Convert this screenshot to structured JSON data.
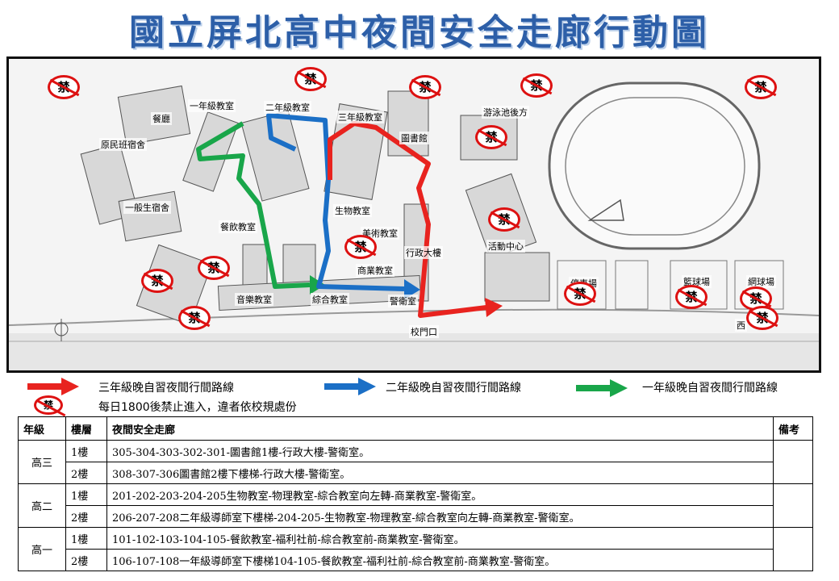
{
  "title": "國立屏北高中夜間安全走廊行動圖",
  "map": {
    "labels": {
      "canteen": "餐廳",
      "indigenous_dorm": "原民班宿舍",
      "general_dorm": "一般生宿舍",
      "grade1_classroom": "一年級教室",
      "grade2_classroom": "二年級教室",
      "grade3_classroom": "三年級教室",
      "library": "圖書館",
      "pool_rear": "游泳池後方",
      "biology_classroom": "生物教室",
      "art_classroom": "美術教室",
      "admin_building": "行政大樓",
      "catering_classroom": "餐飲教室",
      "commerce_classroom": "商業教室",
      "activity_center": "活動中心",
      "music_classroom": "音樂教室",
      "integrated_classroom": "綜合教室",
      "guard_room": "警衛室",
      "school_gate": "校門口",
      "basketball_court": "籃球場",
      "tennis_court": "網球場",
      "partial_court": "停車場",
      "west": "西"
    },
    "ban_symbol": "禁",
    "route_colors": {
      "grade3": "#e8231f",
      "grade2": "#1b6fc6",
      "grade1": "#19a64a"
    }
  },
  "legend": {
    "grade3_route": "三年級晚自習夜間行間路線",
    "grade2_route": "二年級晚自習夜間行間路線",
    "grade1_route": "一年級晚自習夜間行間路線",
    "ban_text": "每日1800後禁止進入，違者依校規處份",
    "ban_symbol": "禁"
  },
  "table": {
    "headers": {
      "grade": "年級",
      "floor": "樓層",
      "route": "夜間安全走廊",
      "note": "備考"
    },
    "rows": [
      {
        "grade": "高三",
        "floor": "1樓",
        "route": "305-304-303-302-301-圖書館1樓-行政大樓-警衛室。"
      },
      {
        "grade": "",
        "floor": "2樓",
        "route": "308-307-306圖書館2樓下樓梯-行政大樓-警衛室。"
      },
      {
        "grade": "高二",
        "floor": "1樓",
        "route": "201-202-203-204-205生物教室-物理教室-綜合教室向左轉-商業教室-警衛室。"
      },
      {
        "grade": "",
        "floor": "2樓",
        "route": "206-207-208二年級導師室下樓梯-204-205-生物教室-物理教室-綜合教室向左轉-商業教室-警衛室。"
      },
      {
        "grade": "高一",
        "floor": "1樓",
        "route": "101-102-103-104-105-餐飲教室-福利社前-綜合教室前-商業教室-警衛室。"
      },
      {
        "grade": "",
        "floor": "2樓",
        "route": "106-107-108一年級導師室下樓梯104-105-餐飲教室-福利社前-綜合教室前-商業教室-警衛室。"
      }
    ]
  }
}
